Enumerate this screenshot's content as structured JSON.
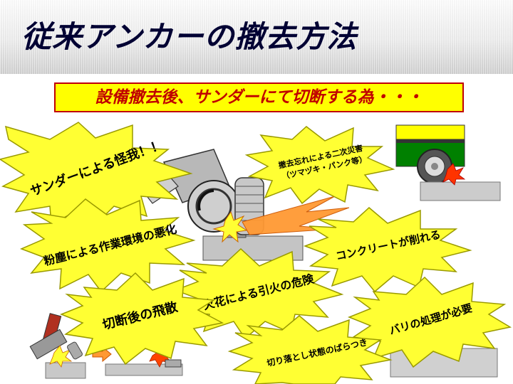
{
  "title": "従来アンカーの撤去方法",
  "subtitle": "設備撤去後、サンダーにて切断する為・・・",
  "bursts": {
    "injury": "サンダーによる怪我！！",
    "secondary_line1": "撤去忘れによる二次災害",
    "secondary_line2": "（ツマヅキ・パンク等）",
    "dust": "粉塵による作業環境の悪化",
    "concrete": "コンクリートが削れる",
    "fire": "火花による引火の危険",
    "scatter": "切断後の飛散",
    "burr": "バリの処理が必要",
    "variation": "切り落とし状態のばらつき"
  },
  "colors": {
    "burst_fill": "#ffff33",
    "burst_stroke": "#999900",
    "title": "#000033",
    "subtitle_text": "#c00000",
    "subtitle_bg": "#ffff00"
  }
}
